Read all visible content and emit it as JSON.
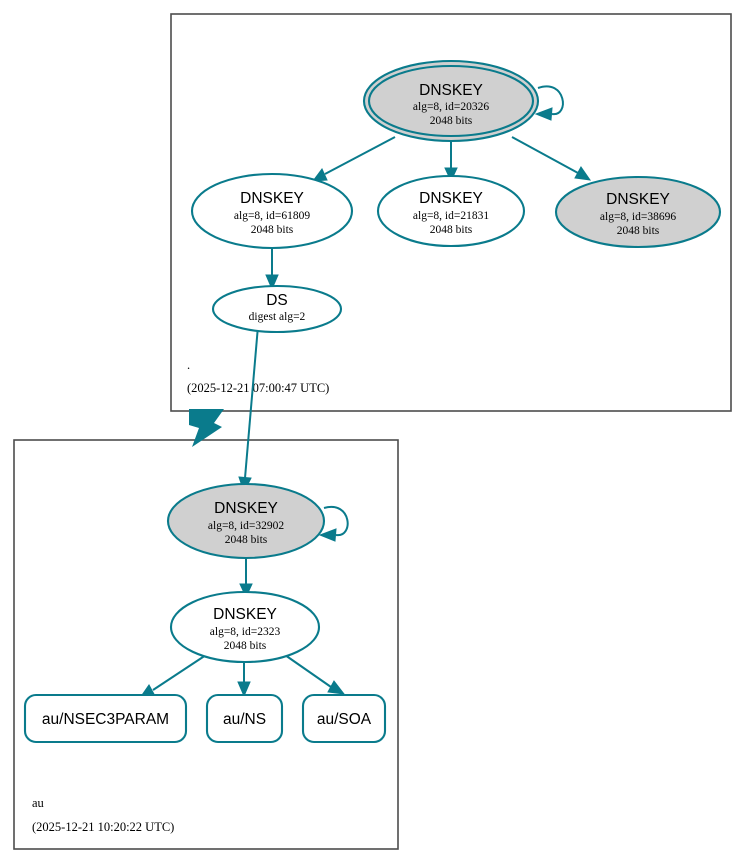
{
  "diagram": {
    "type": "dnssec-authentication-chain",
    "zones": [
      {
        "id": "root",
        "label": ".",
        "timestamp": "(2025-12-21 07:00:47 UTC)",
        "nodes": [
          {
            "id": "root-ksk-20326",
            "kind": "DNSKEY",
            "title": "DNSKEY",
            "line2": "alg=8, id=20326",
            "line3": "2048 bits",
            "style": "trust-anchor",
            "fill": "#d0d0d0",
            "self_signed": true
          },
          {
            "id": "root-zsk-61809",
            "kind": "DNSKEY",
            "title": "DNSKEY",
            "line2": "alg=8, id=61809",
            "line3": "2048 bits",
            "style": "plain",
            "fill": "#ffffff",
            "self_signed": false
          },
          {
            "id": "root-zsk-21831",
            "kind": "DNSKEY",
            "title": "DNSKEY",
            "line2": "alg=8, id=21831",
            "line3": "2048 bits",
            "style": "plain",
            "fill": "#ffffff",
            "self_signed": false
          },
          {
            "id": "root-ksk-38696",
            "kind": "DNSKEY",
            "title": "DNSKEY",
            "line2": "alg=8, id=38696",
            "line3": "2048 bits",
            "style": "sep",
            "fill": "#d0d0d0",
            "self_signed": false
          },
          {
            "id": "ds-au",
            "kind": "DS",
            "title": "DS",
            "line2": "digest alg=2",
            "line3": "",
            "style": "plain",
            "fill": "#ffffff",
            "self_signed": false
          }
        ]
      },
      {
        "id": "au",
        "label": "au",
        "timestamp": "(2025-12-21 10:20:22 UTC)",
        "nodes": [
          {
            "id": "au-ksk-32902",
            "kind": "DNSKEY",
            "title": "DNSKEY",
            "line2": "alg=8, id=32902",
            "line3": "2048 bits",
            "style": "sep",
            "fill": "#d0d0d0",
            "self_signed": true
          },
          {
            "id": "au-zsk-2323",
            "kind": "DNSKEY",
            "title": "DNSKEY",
            "line2": "alg=8, id=2323",
            "line3": "2048 bits",
            "style": "plain",
            "fill": "#ffffff",
            "self_signed": false
          },
          {
            "id": "rrset-nsec3param",
            "kind": "RRset",
            "title": "au/NSEC3PARAM",
            "line2": "",
            "line3": "",
            "style": "rrset",
            "fill": "#ffffff",
            "self_signed": false
          },
          {
            "id": "rrset-ns",
            "kind": "RRset",
            "title": "au/NS",
            "line2": "",
            "line3": "",
            "style": "rrset",
            "fill": "#ffffff",
            "self_signed": false
          },
          {
            "id": "rrset-soa",
            "kind": "RRset",
            "title": "au/SOA",
            "line2": "",
            "line3": "",
            "style": "rrset",
            "fill": "#ffffff",
            "self_signed": false
          }
        ]
      }
    ],
    "colors": {
      "accent": "#0a7b8c",
      "secure_fill": "#d0d0d0",
      "plain_fill": "#ffffff",
      "cluster_border": "#4d4d4d",
      "text": "#000000",
      "background": "#ffffff"
    }
  }
}
